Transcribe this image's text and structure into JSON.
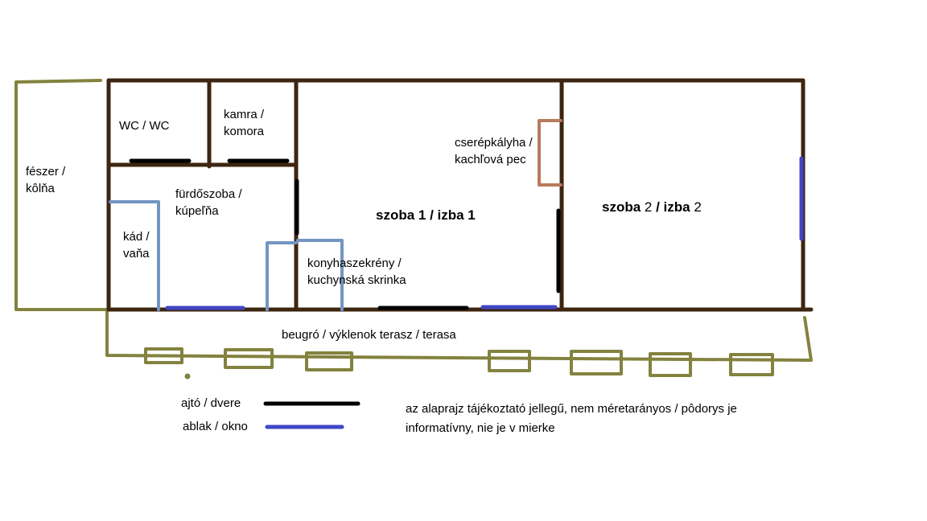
{
  "colors": {
    "wall": "#3e2510",
    "outdoor": "#83823f",
    "door": "#000000",
    "window": "#4046c4",
    "fixture": "#7395c3",
    "stove": "#b87a5c"
  },
  "rooms": {
    "shed": [
      "fészer /",
      "kôlňa"
    ],
    "wc": "WC / WC",
    "pantry": [
      "kamra /",
      "komora"
    ],
    "bathroom": [
      "fürdőszoba /",
      "kúpeľňa"
    ],
    "bathtub": [
      "kád /",
      "vaňa"
    ],
    "stove": [
      "cserépkályha /",
      "kachľová pec"
    ],
    "room1": "szoba 1 / izba 1",
    "room2_a": "szoba ",
    "room2_n1": "2",
    "room2_b": " / izba ",
    "room2_n2": "2",
    "kitchen_cabinet": [
      "konyhaszekrény /",
      "kuchynská skrinka"
    ],
    "terrace": "beugró / výklenok  terasz / terasa"
  },
  "legend": {
    "door": "ajtó / dvere",
    "window": "ablak / okno"
  },
  "note": [
    "az alaprajz tájékoztató jellegű, nem méretarányos / pôdorys je",
    "informatívny, nie je v mierke"
  ]
}
